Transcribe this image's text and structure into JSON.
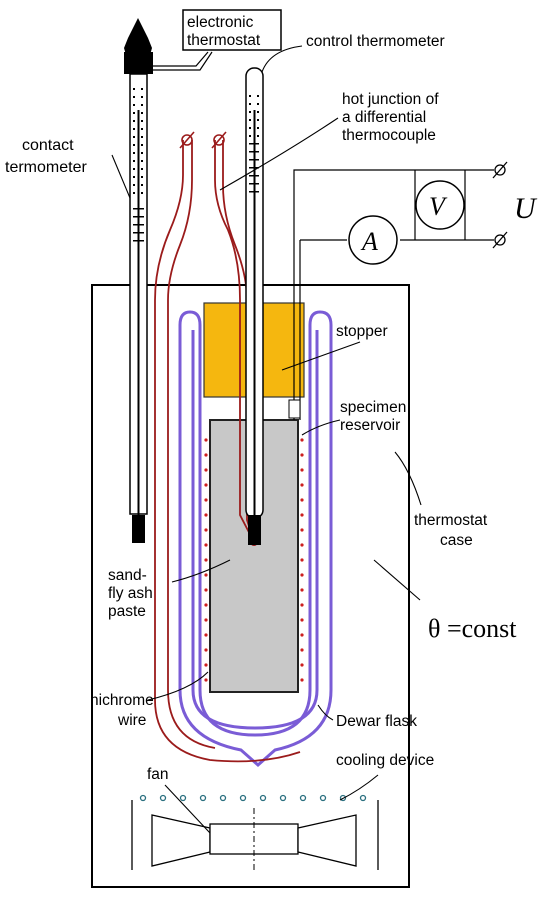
{
  "labels": {
    "electronic_thermostat_1": "electronic",
    "electronic_thermostat_2": "thermostat",
    "control_thermometer": "control thermometer",
    "hot_junction_1": "hot junction of",
    "hot_junction_2": "a differential",
    "hot_junction_3": "thermocouple",
    "contact_1": "contact",
    "contact_2": "termometer",
    "ammeter": "A",
    "voltmeter": "V",
    "voltage": "U",
    "stopper": "stopper",
    "specimen_1": "specimen",
    "specimen_2": "reservoir",
    "case_1": "thermostat",
    "case_2": "case",
    "paste_1": "sand-",
    "paste_2": "fly ash",
    "paste_3": "paste",
    "theta": "θ =const",
    "nichrome_1": "nichrome",
    "nichrome_2": "wire",
    "dewar": "Dewar flask",
    "cooling": "cooling device",
    "fan": "fan"
  },
  "colors": {
    "dewar": "#7a5cd6",
    "stopper": "#f5b70f",
    "specimen": "#c8c8c8",
    "thermocouple_wire": "#9b1b1b",
    "nichrome_dots": "#cc1f1f",
    "cooling_dots": "#2a6f7f",
    "line": "#000000"
  }
}
